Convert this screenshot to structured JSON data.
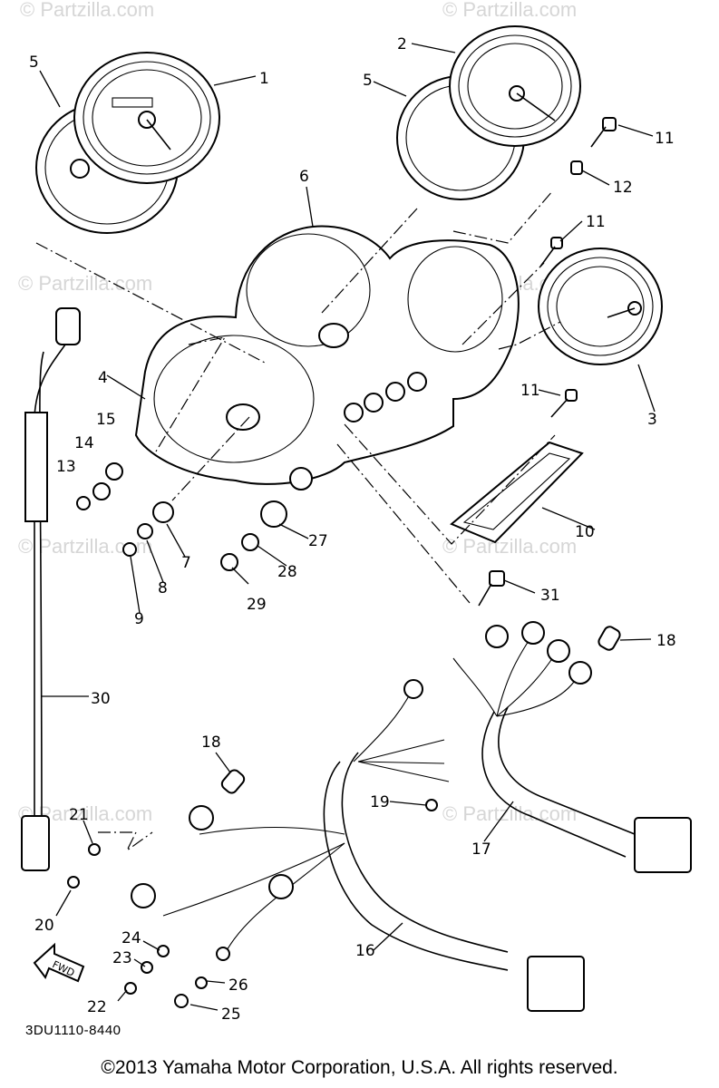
{
  "watermark": "© Partzilla.com",
  "part_code": "3DU1110-8440",
  "fwd_label": "FWD",
  "copyright": "©2013 Yamaha Motor Corporation, U.S.A. All rights reserved.",
  "callouts": {
    "c1": "1",
    "c2": "2",
    "c3": "3",
    "c4": "4",
    "c5a": "5",
    "c5b": "5",
    "c6": "6",
    "c7": "7",
    "c8": "8",
    "c9": "9",
    "c10": "10",
    "c11a": "11",
    "c11b": "11",
    "c11c": "11",
    "c12": "12",
    "c13": "13",
    "c14": "14",
    "c15": "15",
    "c16": "16",
    "c17": "17",
    "c18a": "18",
    "c18b": "18",
    "c19": "19",
    "c20": "20",
    "c21": "21",
    "c22": "22",
    "c23": "23",
    "c24": "24",
    "c25": "25",
    "c26": "26",
    "c27": "27",
    "c28": "28",
    "c29": "29",
    "c30": "30",
    "c31": "31"
  }
}
